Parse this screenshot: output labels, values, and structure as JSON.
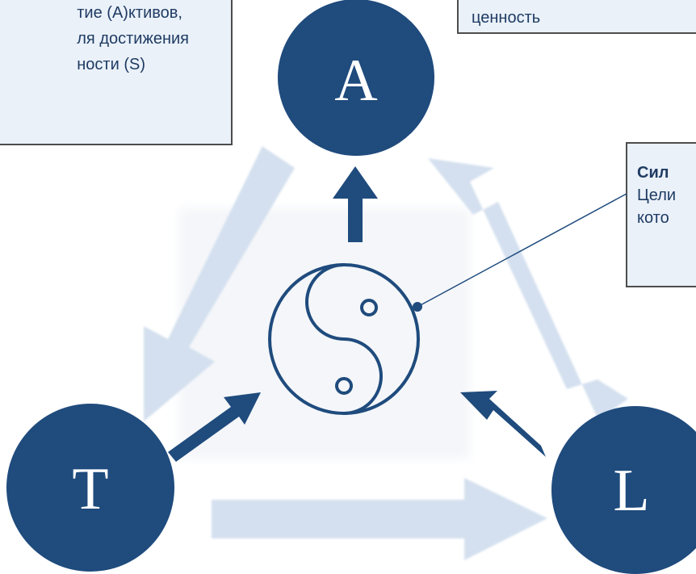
{
  "boxes": {
    "left": {
      "lines": [
        "тие (А)ктивов,",
        "ля достижения",
        "ности (S)"
      ]
    },
    "top_right": {
      "lines": [
        "ценность"
      ]
    },
    "mid_right": {
      "lines": [
        "Сил",
        "Цели",
        "кото"
      ]
    }
  },
  "nodes": {
    "a": "A",
    "t": "T",
    "l": "L"
  },
  "colors": {
    "node": "#1f4b7d",
    "light_arrow": "#d4e0ef",
    "dark_arrow": "#1f4b7d",
    "box_fill": "#eaf1f9"
  },
  "icons": {
    "center": "yin-yang-icon"
  }
}
